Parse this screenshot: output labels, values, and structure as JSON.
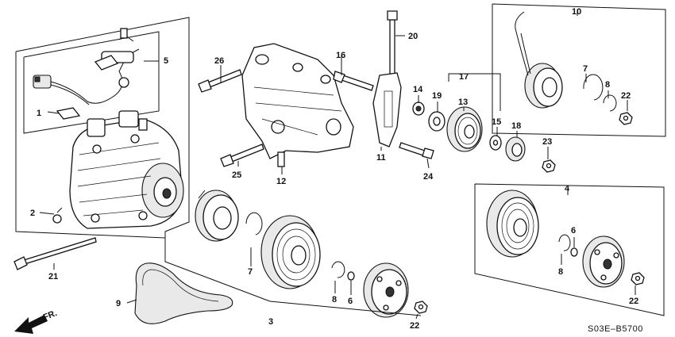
{
  "diagram": {
    "callouts": [
      "1",
      "2",
      "3",
      "4",
      "5",
      "6",
      "7",
      "8",
      "9",
      "10",
      "11",
      "12",
      "13",
      "14",
      "15",
      "16",
      "17",
      "18",
      "19",
      "20",
      "21",
      "22",
      "23",
      "24",
      "25",
      "26"
    ],
    "front_indicator": "FR.",
    "diagram_code": "S03E–B5700"
  }
}
